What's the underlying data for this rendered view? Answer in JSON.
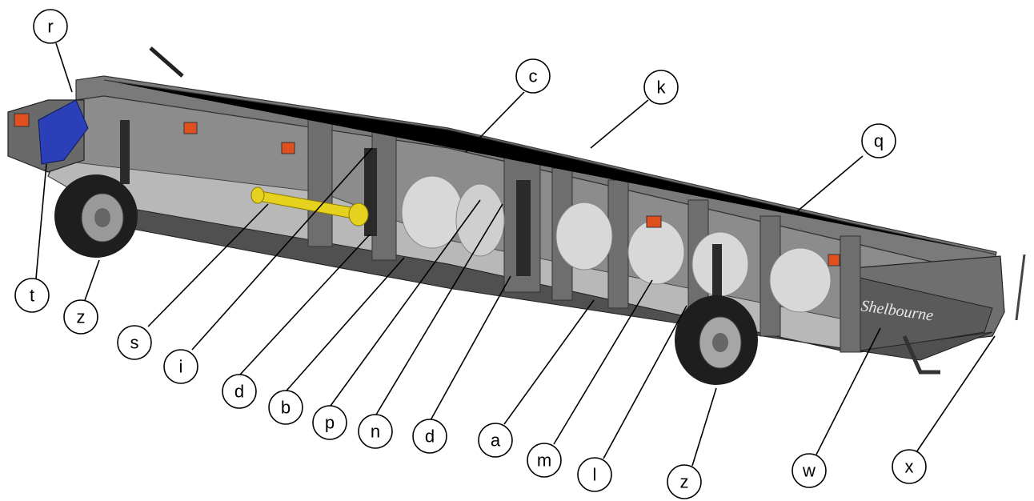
{
  "callouts": [
    {
      "id": "r",
      "label": "r"
    },
    {
      "id": "t",
      "label": "t"
    },
    {
      "id": "z1",
      "label": "z"
    },
    {
      "id": "s",
      "label": "s"
    },
    {
      "id": "i",
      "label": "i"
    },
    {
      "id": "d1",
      "label": "d"
    },
    {
      "id": "b",
      "label": "b"
    },
    {
      "id": "p",
      "label": "p"
    },
    {
      "id": "n",
      "label": "n"
    },
    {
      "id": "d2",
      "label": "d"
    },
    {
      "id": "c",
      "label": "c"
    },
    {
      "id": "k",
      "label": "k"
    },
    {
      "id": "q",
      "label": "q"
    },
    {
      "id": "a",
      "label": "a"
    },
    {
      "id": "m",
      "label": "m"
    },
    {
      "id": "l",
      "label": "l"
    },
    {
      "id": "z2",
      "label": "z"
    },
    {
      "id": "w",
      "label": "w"
    },
    {
      "id": "x",
      "label": "x"
    }
  ],
  "brand_decal": "Shelbourne",
  "colors": {
    "frame": "#6e6e6e",
    "frame_dark": "#4a4a4a",
    "panel_light": "#c9c9c9",
    "auger": "#d8d8d8",
    "driveshaft": "#e6d21e",
    "gearbox": "#2a3fb8",
    "light_lens": "#e0501e",
    "tire": "#1e1e1e"
  }
}
